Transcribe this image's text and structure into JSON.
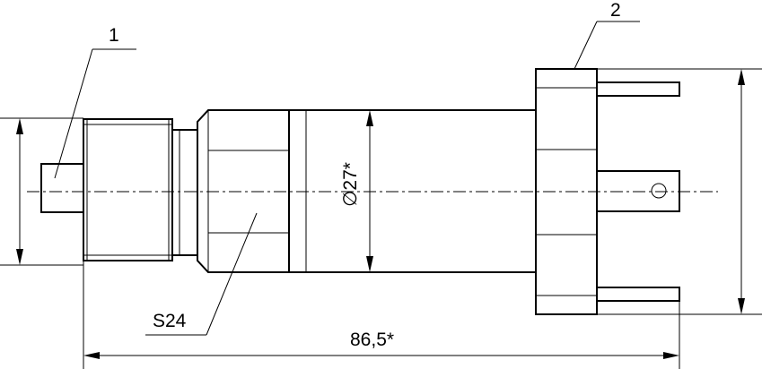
{
  "labels": {
    "callout_1": "1",
    "callout_2": "2",
    "wrench_size": "S24",
    "body_diameter": "∅27*",
    "overall_length": "86,5*"
  }
}
